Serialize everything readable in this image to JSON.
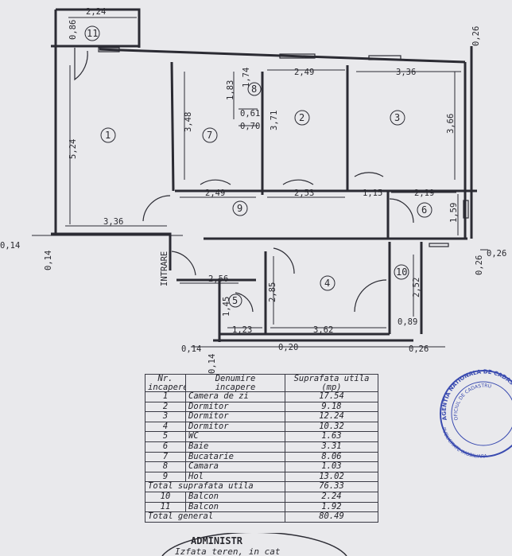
{
  "dimensions": {
    "balcony_w": "2,24",
    "balcony_h": "0,86",
    "corner_tr": "0,26",
    "r1_height": "5,24",
    "r1_width": "3,36",
    "r7_height": "3,48",
    "r8_h1": "1,83",
    "r8_h2": "1,74",
    "r8_w1": "0,61",
    "r8_w2": "0,70",
    "r2_h": "3,71",
    "r2_w": "2,49",
    "r3_w": "3,36",
    "r3_h": "3,66",
    "hall_w1": "2,49",
    "hall_w2": "2,53",
    "hall_w3": "1,15",
    "r6_w": "2,19",
    "r6_h": "1,59",
    "left_014a": "0,14",
    "left_014b": "0,14",
    "right_026a": "0,26",
    "right_026b": "0,26",
    "wc_w": "2,56",
    "wc_h": "1,45",
    "wc_w2": "1,23",
    "r4_h": "2,85",
    "r4_w": "3,62",
    "r10_h": "2,52",
    "r10_w": "0,89",
    "bot_014": "0,14",
    "bot_020": "0,20",
    "bot_026": "0,26",
    "bot_014v": "0,14",
    "entrance": "INTRARE"
  },
  "rooms": [
    "1",
    "2",
    "3",
    "4",
    "5",
    "6",
    "7",
    "8",
    "9",
    "10",
    "11"
  ],
  "table": {
    "header": {
      "nr": "Nr.\nincapere",
      "name": "Denumire\nincapere",
      "area": "Suprafata utila\n(mp)"
    },
    "rows": [
      {
        "nr": "1",
        "name": "Camera de zi",
        "area": "17.54"
      },
      {
        "nr": "2",
        "name": "Dormitor",
        "area": "9.18"
      },
      {
        "nr": "3",
        "name": "Dormitor",
        "area": "12.24"
      },
      {
        "nr": "4",
        "name": "Dormitor",
        "area": "10.32"
      },
      {
        "nr": "5",
        "name": "WC",
        "area": "1.63"
      },
      {
        "nr": "6",
        "name": "Baie",
        "area": "3.31"
      },
      {
        "nr": "7",
        "name": "Bucatarie",
        "area": "8.06"
      },
      {
        "nr": "8",
        "name": "Camara",
        "area": "1.03"
      },
      {
        "nr": "9",
        "name": "Hol",
        "area": "13.02"
      }
    ],
    "total_useful": {
      "label": "Total suprafata utila",
      "area": "76.33"
    },
    "balconies": [
      {
        "nr": "10",
        "name": "Balcon",
        "area": "2.24"
      },
      {
        "nr": "11",
        "name": "Balcon",
        "area": "1.92"
      }
    ],
    "total_general": {
      "label": "Total general",
      "area": "80.49"
    }
  },
  "stamp": {
    "outer_text": "AGENTIA NATIONALA DE CADASTRU",
    "inner_text": "OFICIUL DE CADASTRU",
    "bottom_text": "PUBLICITATE IMOBILIARA",
    "color": "#3a4bb0"
  },
  "bottom_partial": {
    "line1": "ADMINISTR",
    "line2": "Izfata teren, in cat"
  }
}
